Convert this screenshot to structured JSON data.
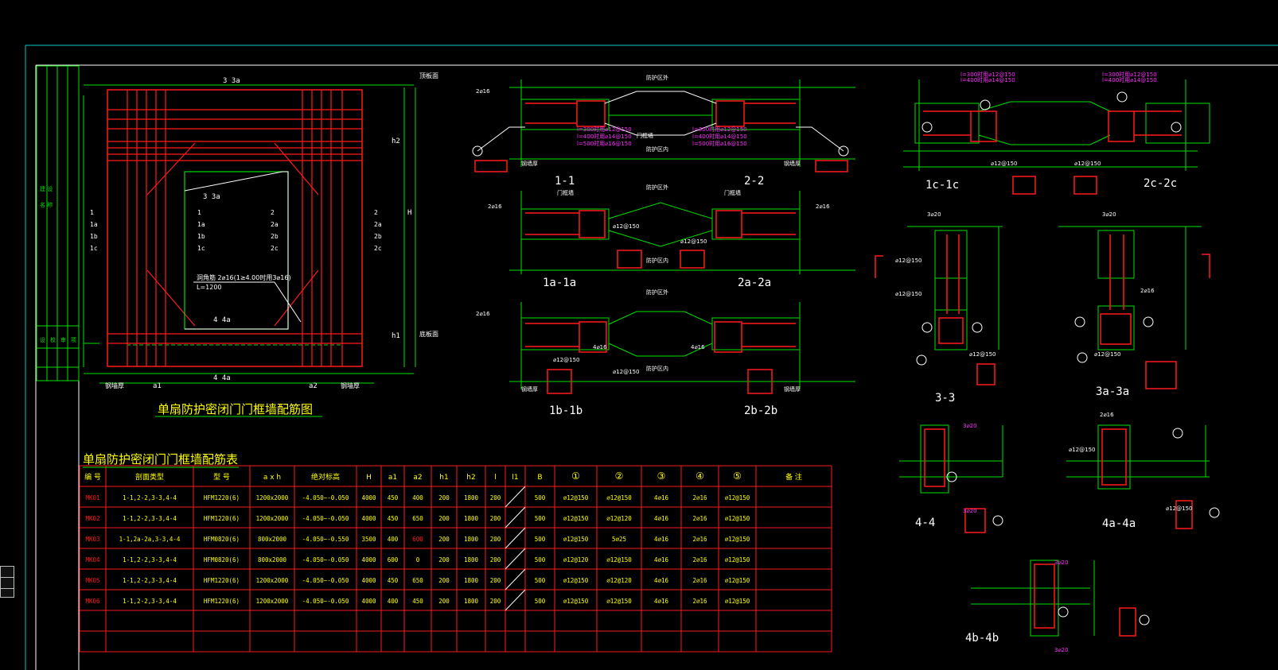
{
  "colors": {
    "frame": "#00c8c8",
    "green": "#00e000",
    "red": "#ff1a1a",
    "white": "#ffffff",
    "yellow": "#ffff00",
    "magenta": "#ff30ff",
    "cyan": "#00ffff"
  },
  "elevation": {
    "title": "单扇防护密闭门门框墙配筋图",
    "top_label": "顶板面",
    "bottom_label": "底板面",
    "dims": {
      "top": "3 3a",
      "inner_top": "3 3a",
      "inner_bottom": "4 4a",
      "bottom": "4 4a",
      "h2": "h2",
      "H": "H",
      "h1": "h1",
      "a1": "a1",
      "a2": "a2",
      "wall_l": "钢墙厚",
      "wall_r": "钢墙厚"
    },
    "left_marks": [
      "1",
      "1a",
      "1b",
      "1c"
    ],
    "right_marks": [
      "2",
      "2a",
      "2b",
      "2c"
    ],
    "inner_left": [
      "1",
      "1a",
      "1b",
      "1c"
    ],
    "inner_right": [
      "2",
      "2a",
      "2b",
      "2c"
    ],
    "note1": "洞角筋  2⌀16(1≥4.00时用3⌀16)",
    "note2": "L=1200"
  },
  "sections": {
    "s11": "1-1",
    "s22": "2-2",
    "s1a": "1a-1a",
    "s2a": "2a-2a",
    "s1b": "1b-1b",
    "s2b": "2b-2b",
    "s1c": "1c-1c",
    "s2c": "2c-2c",
    "s33": "3-3",
    "s3a": "3a-3a",
    "s44": "4-4",
    "s4a": "4a-4a",
    "s4b": "4b-4b",
    "prot": "防护区内",
    "prot2": "防护区外",
    "db": "门框墙",
    "ind": "钢墙厚"
  },
  "table": {
    "title": "单扇防护密闭门门框墙配筋表",
    "headers": [
      "编 号",
      "剖面类型",
      "型 号",
      "a x h",
      "绝对标高",
      "H",
      "a1",
      "a2",
      "h1",
      "h2",
      "l",
      "l1",
      "B",
      "①",
      "②",
      "③",
      "④",
      "⑤",
      "备 注"
    ],
    "rows": [
      [
        "MK01",
        "1-1,2-2,3-3,4-4",
        "HFM1220(6)",
        "1200x2000",
        "-4.050~-0.050",
        "4000",
        "450",
        "400",
        "200",
        "1800",
        "200",
        "",
        "500",
        "⌀12@150",
        "⌀12@150",
        "4⌀16",
        "2⌀16",
        "⌀12@150",
        ""
      ],
      [
        "MK02",
        "1-1,2-2,3-3,4-4",
        "HFM1220(6)",
        "1200x2000",
        "-4.050~-0.050",
        "4000",
        "450",
        "650",
        "200",
        "1800",
        "200",
        "",
        "500",
        "⌀12@150",
        "⌀12@120",
        "4⌀16",
        "2⌀16",
        "⌀12@150",
        ""
      ],
      [
        "MK03",
        "1-1,2a-2a,3-3,4-4",
        "HFM0820(6)",
        "800x2000",
        "-4.050~-0.550",
        "3500",
        "400",
        "600",
        "200",
        "1800",
        "200",
        "",
        "500",
        "⌀12@150",
        "5⌀25",
        "4⌀16",
        "2⌀16",
        "⌀12@150",
        ""
      ],
      [
        "MK04",
        "1-1,2-2,3-3,4-4",
        "HFM0820(6)",
        "800x2000",
        "-4.050~-0.050",
        "4000",
        "600",
        "0",
        "200",
        "1800",
        "200",
        "",
        "500",
        "⌀12@120",
        "⌀12@150",
        "4⌀16",
        "2⌀16",
        "⌀12@150",
        ""
      ],
      [
        "MK05",
        "1-1,2-2,3-3,4-4",
        "HFM1220(6)",
        "1200x2000",
        "-4.050~-0.050",
        "4000",
        "450",
        "650",
        "200",
        "1800",
        "200",
        "",
        "500",
        "⌀12@150",
        "⌀12@120",
        "4⌀16",
        "2⌀16",
        "⌀12@150",
        ""
      ],
      [
        "MK06",
        "1-1,2-2,3-3,4-4",
        "HFM1220(6)",
        "1200x2000",
        "-4.050~-0.050",
        "4000",
        "400",
        "450",
        "200",
        "1800",
        "200",
        "",
        "500",
        "⌀12@150",
        "⌀12@150",
        "4⌀16",
        "2⌀16",
        "⌀12@150",
        ""
      ],
      [
        "",
        "",
        "",
        "",
        "",
        "",
        "",
        "",
        "",
        "",
        "",
        "",
        "",
        "",
        "",
        "",
        "",
        "",
        ""
      ],
      [
        "",
        "",
        "",
        "",
        "",
        "",
        "",
        "",
        "",
        "",
        "",
        "",
        "",
        "",
        "",
        "",
        "",
        "",
        ""
      ]
    ]
  },
  "notes": {
    "n1": "l=300时用⌀12@150",
    "n2": "l=400时用⌀14@150",
    "n3": "l=500时用⌀16@150",
    "n4": "⌀12@150",
    "n5": "3⌀20",
    "n6": "2⌀16",
    "n7": "4⌀16"
  }
}
